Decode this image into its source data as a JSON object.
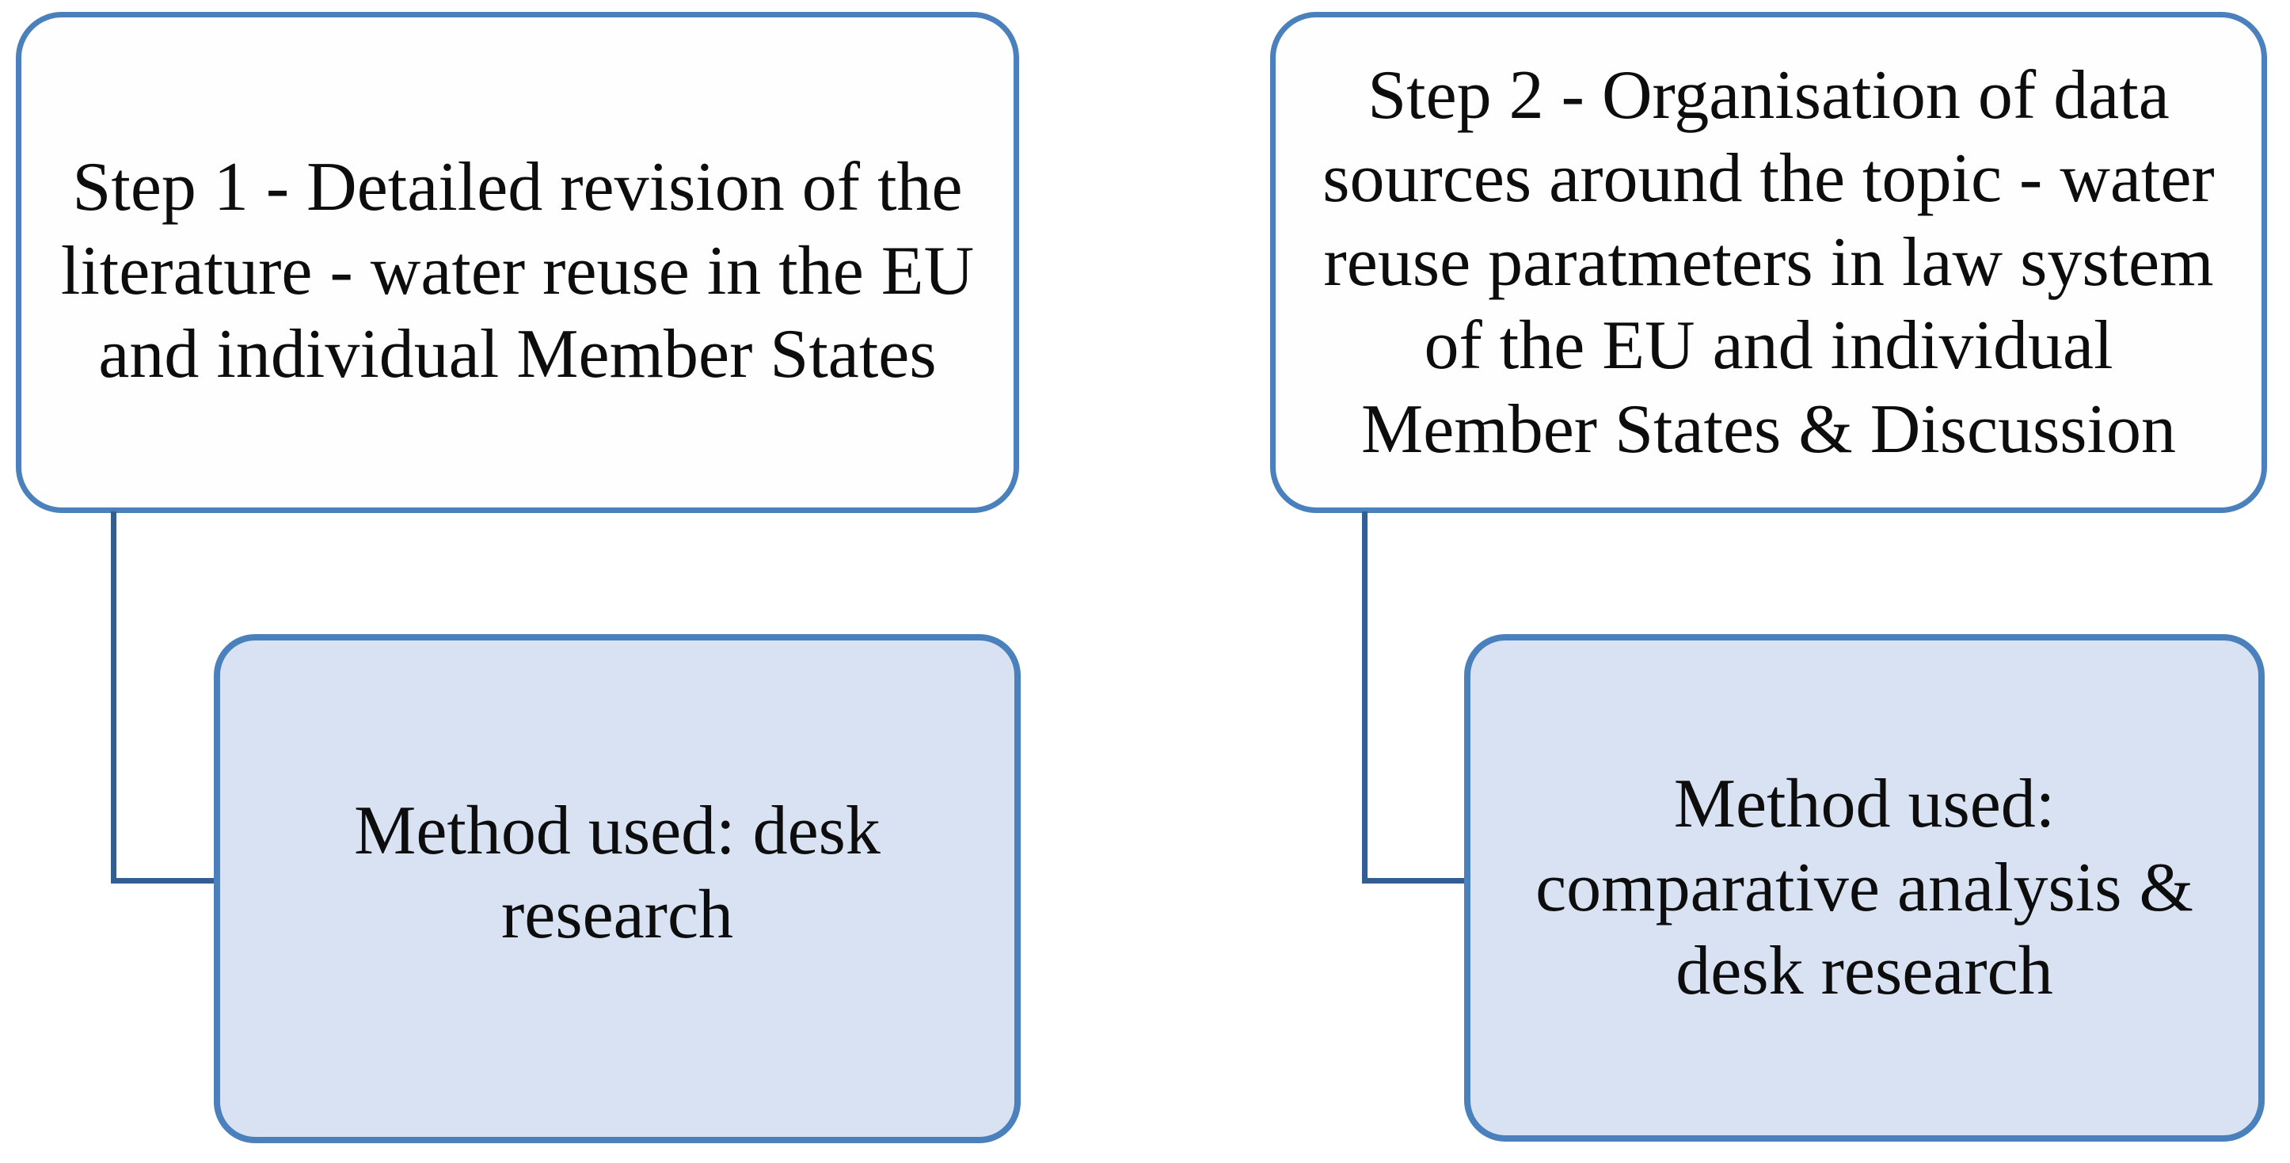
{
  "figure": {
    "type": "flow-diagram",
    "background": "#ffffff",
    "colors": {
      "box_border": "#4a81bc",
      "step_fill": "#fefefe",
      "method_fill": "#d8e2f2",
      "connector": "#345e92",
      "text": "#0d0d0d"
    },
    "columns": [
      {
        "step_label": "Step 1 - Detailed revision of the\nliterature - water reuse in the EU\nand individual Member States",
        "method_label": "Method used: desk\nresearch"
      },
      {
        "step_label": "Step 2 - Organisation of data\nsources around the topic - water\nreuse paratmeters in law system\nof the EU and individual\nMember States & Discussion",
        "method_label": "Method used:\ncomparative analysis &\ndesk research"
      }
    ]
  }
}
